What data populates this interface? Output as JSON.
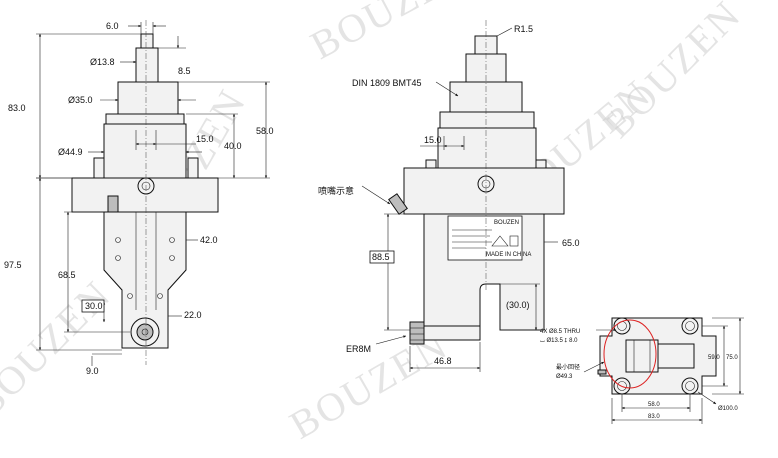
{
  "watermark": "BOUZEN",
  "front_view": {
    "dims": {
      "top_width": "6.0",
      "d13": "Ø13.8",
      "h85": "8.5",
      "d35": "Ø35.0",
      "h83": "83.0",
      "h58": "58.0",
      "w15": "15.0",
      "h40": "40.0",
      "d449": "Ø44.9",
      "w42": "42.0",
      "h975": "97.5",
      "h685": "68.5",
      "box30": "30.0",
      "w22": "22.0",
      "w9": "9.0"
    }
  },
  "side_view": {
    "dims": {
      "r15": "R1.5",
      "din": "DIN 1809 BMT45",
      "w15": "15.0",
      "nozzle": "喷嘴示意",
      "box885": "88.5",
      "w65": "65.0",
      "paren30": "(30.0)",
      "er8m": "ER8M",
      "w468": "46.8"
    },
    "label_plate": {
      "brand": "BOUZEN",
      "made_in": "MADE IN CHINA"
    }
  },
  "bottom_view": {
    "dims": {
      "hole_note_1": "4X Ø8.5 THRU",
      "hole_note_2": "⌴ Ø13.5 ↧ 8.0",
      "min_rot_1": "最小回径",
      "min_rot_2": "Ø49.3",
      "h59": "59.0",
      "h75": "75.0",
      "w58": "58.0",
      "w83": "83.0",
      "d100": "Ø100.0"
    }
  }
}
